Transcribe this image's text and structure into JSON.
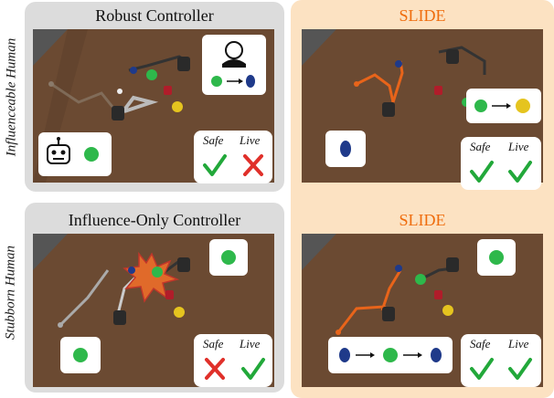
{
  "rows": {
    "influenceable_label": "Influenceable Human",
    "stubborn_label": "Stubborn Human"
  },
  "panels": {
    "robust_title": "Robust Controller",
    "slide_top_title": "SLIDE",
    "influence_only_title": "Influence-Only Controller",
    "slide_bottom_title": "SLIDE"
  },
  "badges": {
    "safe_label": "Safe",
    "live_label": "Live"
  },
  "colors": {
    "gray_panel": "#dcdcdc",
    "orange_panel": "#fce2c2",
    "slide_title": "#ef6c0c",
    "check_green": "#22a83a",
    "cross_red": "#e0302a",
    "floor": "#6b4a32"
  },
  "outcomes": {
    "robust": {
      "safe": "check",
      "live": "cross"
    },
    "slide_top": {
      "safe": "check",
      "live": "check"
    },
    "influence_only": {
      "safe": "cross",
      "live": "check"
    },
    "slide_bottom": {
      "safe": "check",
      "live": "check"
    }
  }
}
